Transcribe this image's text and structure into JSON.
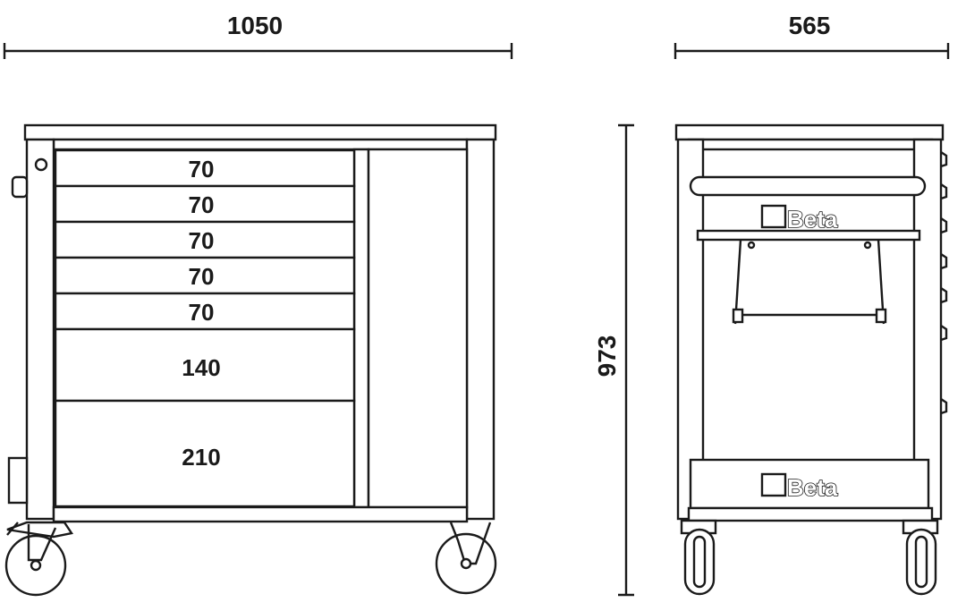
{
  "dimensions": {
    "width": "1050",
    "depth": "565",
    "height": "973"
  },
  "drawers": [
    "70",
    "70",
    "70",
    "70",
    "70",
    "140",
    "210"
  ],
  "brand": "Beta"
}
